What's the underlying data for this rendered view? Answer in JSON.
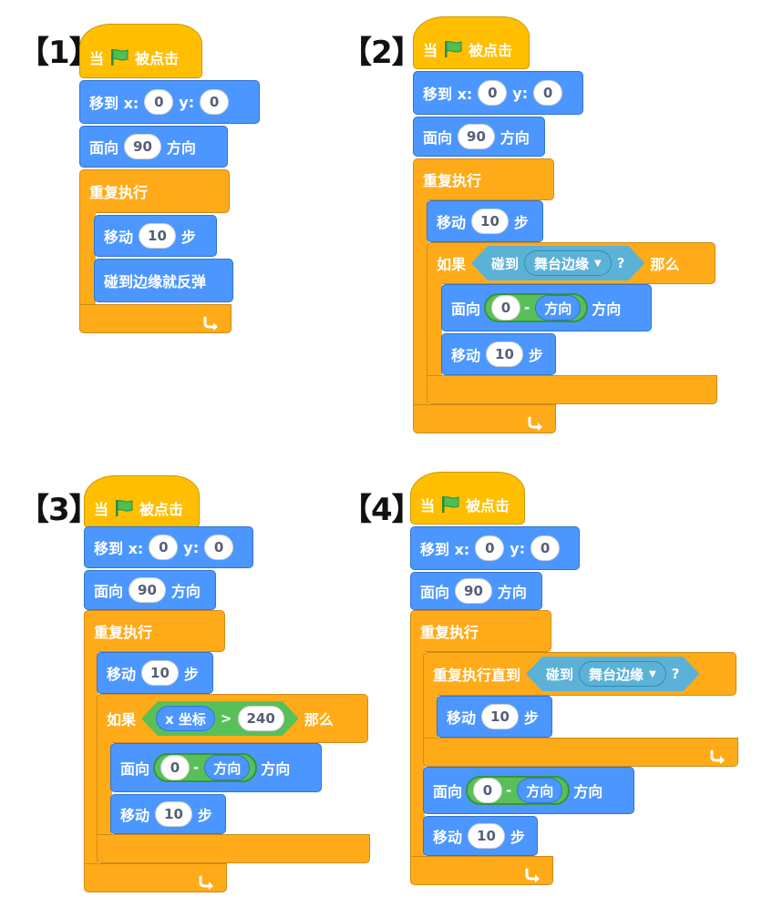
{
  "panels": [
    {
      "label": "【1】"
    },
    {
      "label": "【2】"
    },
    {
      "label": "【3】"
    },
    {
      "label": "【4】"
    }
  ],
  "blocks": {
    "when": "当",
    "clicked": "被点击",
    "goto": "移到 x:",
    "y": "y:",
    "x_val": "0",
    "y_val": "0",
    "face": "面向",
    "dir_val": "90",
    "dir": "方向",
    "forever": "重复执行",
    "move": "移动",
    "steps_val": "10",
    "steps": "步",
    "bounce": "碰到边缘就反弹",
    "if": "如果",
    "then": "那么",
    "touching": "碰到",
    "edge": "舞台边缘",
    "q": "?",
    "zero": "0",
    "minus": "-",
    "direction": "方向",
    "xpos": "x 坐标",
    "gt": ">",
    "n240": "240",
    "repeat_until": "重复执行直到"
  },
  "colors": {
    "motion": "#4c97ff",
    "control": "#ffab19",
    "events": "#ffbf00",
    "operators": "#59c059",
    "sensing": "#5cb1d6",
    "flag": "#4cbf56"
  },
  "icons": [
    "green-flag-icon",
    "loop-arrow-icon",
    "dropdown-caret-icon"
  ]
}
